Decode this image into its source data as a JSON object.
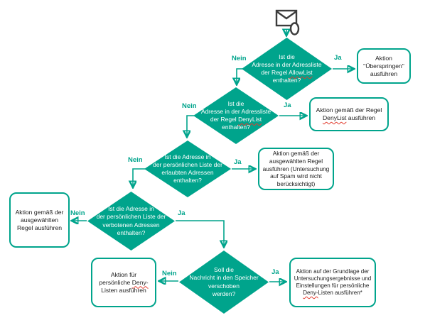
{
  "connector_labels": {
    "yes": "Ja",
    "no": "Nein"
  },
  "colors": {
    "accent": "#00a48c",
    "spellcheck_underline": "#e23b2e",
    "icon_stroke": "#3c3c3c",
    "diamond_text": "#ffffff",
    "box_text": "#1c1c1c",
    "background": "#ffffff"
  },
  "icons": {
    "start": "envelope-with-stamp-icon"
  },
  "decisions": [
    {
      "line1": "Ist die",
      "line2": "Adresse in der Adressliste",
      "line3_pre": "der Regel ",
      "line3_misspelled": "AllowList",
      "line4": "enthalten?"
    },
    {
      "line1": "Ist die",
      "line2": "Adresse in der Adressliste",
      "line3_pre": "der Regel ",
      "line3_misspelled": "DenyList",
      "line4": "enthalten?"
    },
    {
      "line1": "Ist die Adresse in",
      "line2": "der persönlichen Liste der",
      "line3": "erlaubten Adressen",
      "line4": "enthalten?"
    },
    {
      "line1": "Ist die Adresse in",
      "line2": "der persönlichen Liste der",
      "line3": "verbotenen Adressen",
      "line4": "enthalten?"
    },
    {
      "line1": "Soll die",
      "line2": "Nachricht in den Speicher",
      "line3": "verschoben",
      "line4": "werden?"
    }
  ],
  "actions": [
    {
      "line1": "Aktion",
      "line2": "\"Überspringen\"",
      "line3": "ausführen"
    },
    {
      "line1": "Aktion gemäß der Regel",
      "line2_misspelled": "DenyList",
      "line2_suffix": " ausführen"
    },
    {
      "line1": "Aktion gemäß der",
      "line2": "ausgewählten Regel",
      "line3": "ausführen (Untersuchung",
      "line4": "auf Spam wird nicht",
      "line5": "berücksichtigt)"
    },
    {
      "line1": "Aktion gemäß der",
      "line2": "ausgewählten",
      "line3": "Regel ausführen"
    },
    {
      "line1": "Aktion für",
      "line2_pre": "persönliche ",
      "line2_misspelled": "Deny-",
      "line3": "Listen ausführen"
    },
    {
      "line1": "Aktion auf der Grundlage der",
      "line2": "Untersuchungsergebnisse und",
      "line3": "Einstellungen für persönliche",
      "line4_misspelled": "Deny-",
      "line4_suffix": "Listen ausführen*"
    }
  ]
}
